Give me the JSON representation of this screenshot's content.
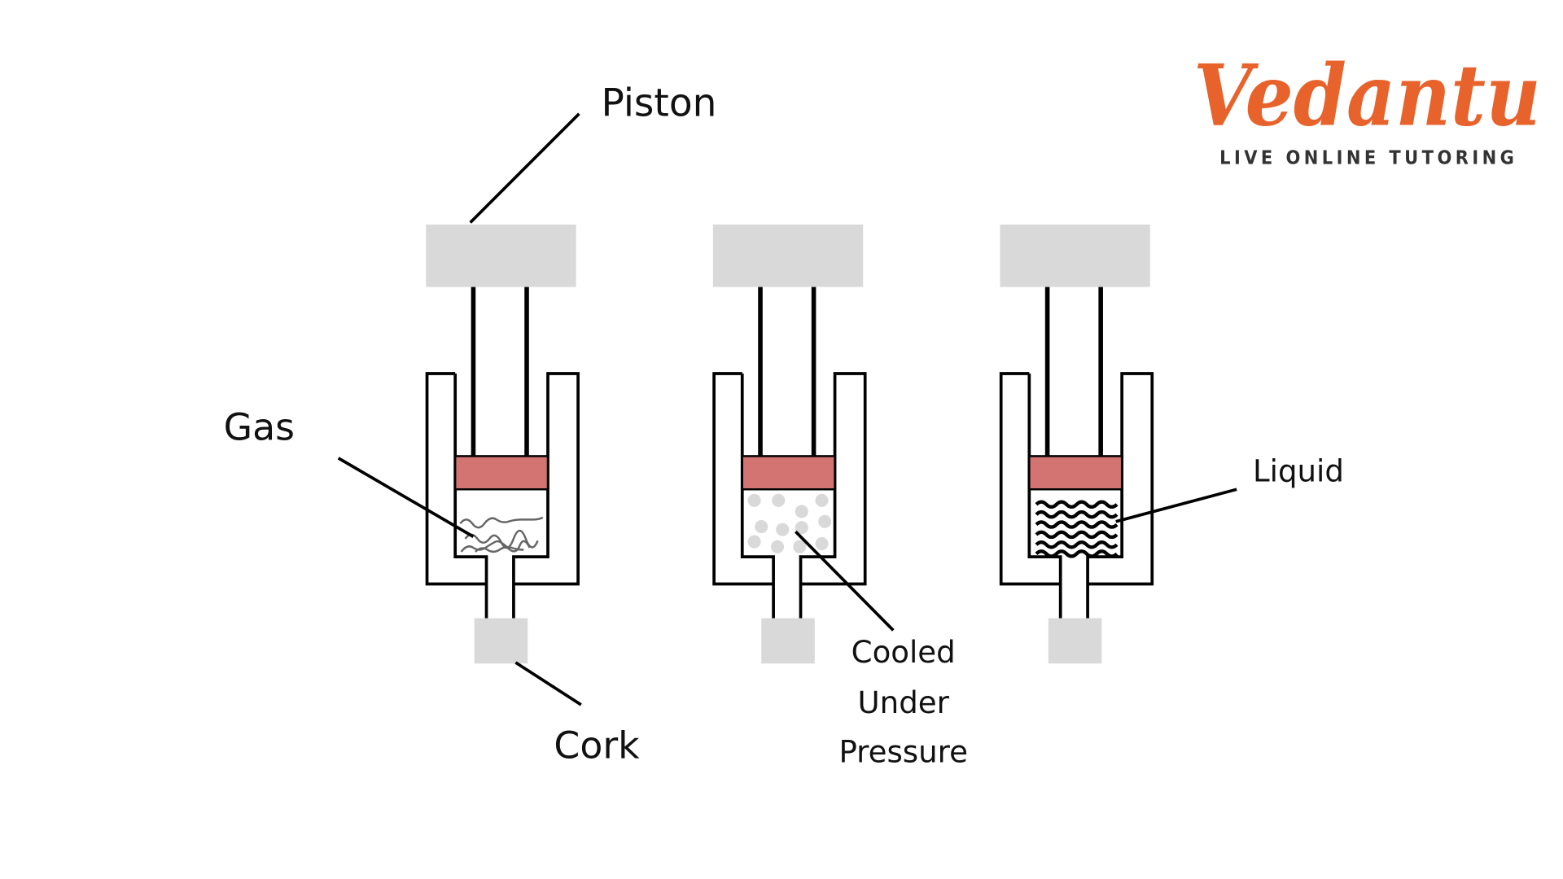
{
  "labels": {
    "piston": "Piston",
    "gas": "Gas",
    "cork": "Cork",
    "cooled_line1": "Cooled",
    "cooled_line2": "Under",
    "cooled_line3": "Pressure",
    "liquid": "Liquid"
  },
  "logo": {
    "brand": "Vedantu",
    "tagline": "LIVE ONLINE TUTORING",
    "brand_color": "#e8632c",
    "tagline_color": "#333333"
  },
  "colors": {
    "piston_head": "#d9d9d9",
    "piston_plate": "#d37372",
    "cork": "#d9d9d9",
    "particles": "#d9d9d9"
  }
}
